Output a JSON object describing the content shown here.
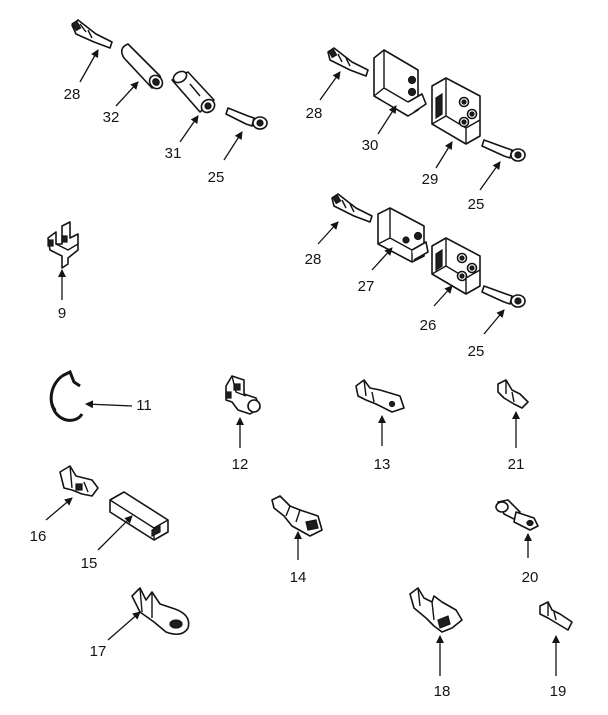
{
  "diagram": {
    "colors": {
      "ink": "#141414",
      "background": "#ffffff"
    },
    "parts": [
      {
        "id": "p28a",
        "label": "28",
        "icon": "wire-terminal-pin-icon"
      },
      {
        "id": "p32",
        "label": "32",
        "icon": "insulating-sleeve-icon"
      },
      {
        "id": "p31",
        "label": "31",
        "icon": "bullet-connector-housing-icon"
      },
      {
        "id": "p25a",
        "label": "25",
        "icon": "wire-terminal-pin-icon"
      },
      {
        "id": "p28b",
        "label": "28",
        "icon": "wire-terminal-pin-icon"
      },
      {
        "id": "p30",
        "label": "30",
        "icon": "plug-housing-icon"
      },
      {
        "id": "p29",
        "label": "29",
        "icon": "receptacle-housing-icon"
      },
      {
        "id": "p25b",
        "label": "25",
        "icon": "wire-terminal-pin-icon"
      },
      {
        "id": "p9",
        "label": "9",
        "icon": "terminal-clip-icon"
      },
      {
        "id": "p28c",
        "label": "28",
        "icon": "wire-terminal-pin-icon"
      },
      {
        "id": "p27",
        "label": "27",
        "icon": "plug-housing-icon"
      },
      {
        "id": "p26",
        "label": "26",
        "icon": "receptacle-housing-icon"
      },
      {
        "id": "p25c",
        "label": "25",
        "icon": "wire-terminal-pin-icon"
      },
      {
        "id": "p11",
        "label": "11",
        "icon": "wire-clamp-icon"
      },
      {
        "id": "p12",
        "label": "12",
        "icon": "splice-clip-icon"
      },
      {
        "id": "p13",
        "label": "13",
        "icon": "flat-terminal-icon"
      },
      {
        "id": "p21",
        "label": "21",
        "icon": "flat-terminal-icon"
      },
      {
        "id": "p16",
        "label": "16",
        "icon": "flag-terminal-icon"
      },
      {
        "id": "p15",
        "label": "15",
        "icon": "terminal-cover-icon"
      },
      {
        "id": "p14",
        "label": "14",
        "icon": "insulated-female-terminal-icon"
      },
      {
        "id": "p20",
        "label": "20",
        "icon": "insulated-spade-terminal-icon"
      },
      {
        "id": "p17",
        "label": "17",
        "icon": "ring-terminal-icon"
      },
      {
        "id": "p18",
        "label": "18",
        "icon": "crimp-terminal-icon"
      },
      {
        "id": "p19",
        "label": "19",
        "icon": "flat-terminal-icon"
      }
    ]
  }
}
